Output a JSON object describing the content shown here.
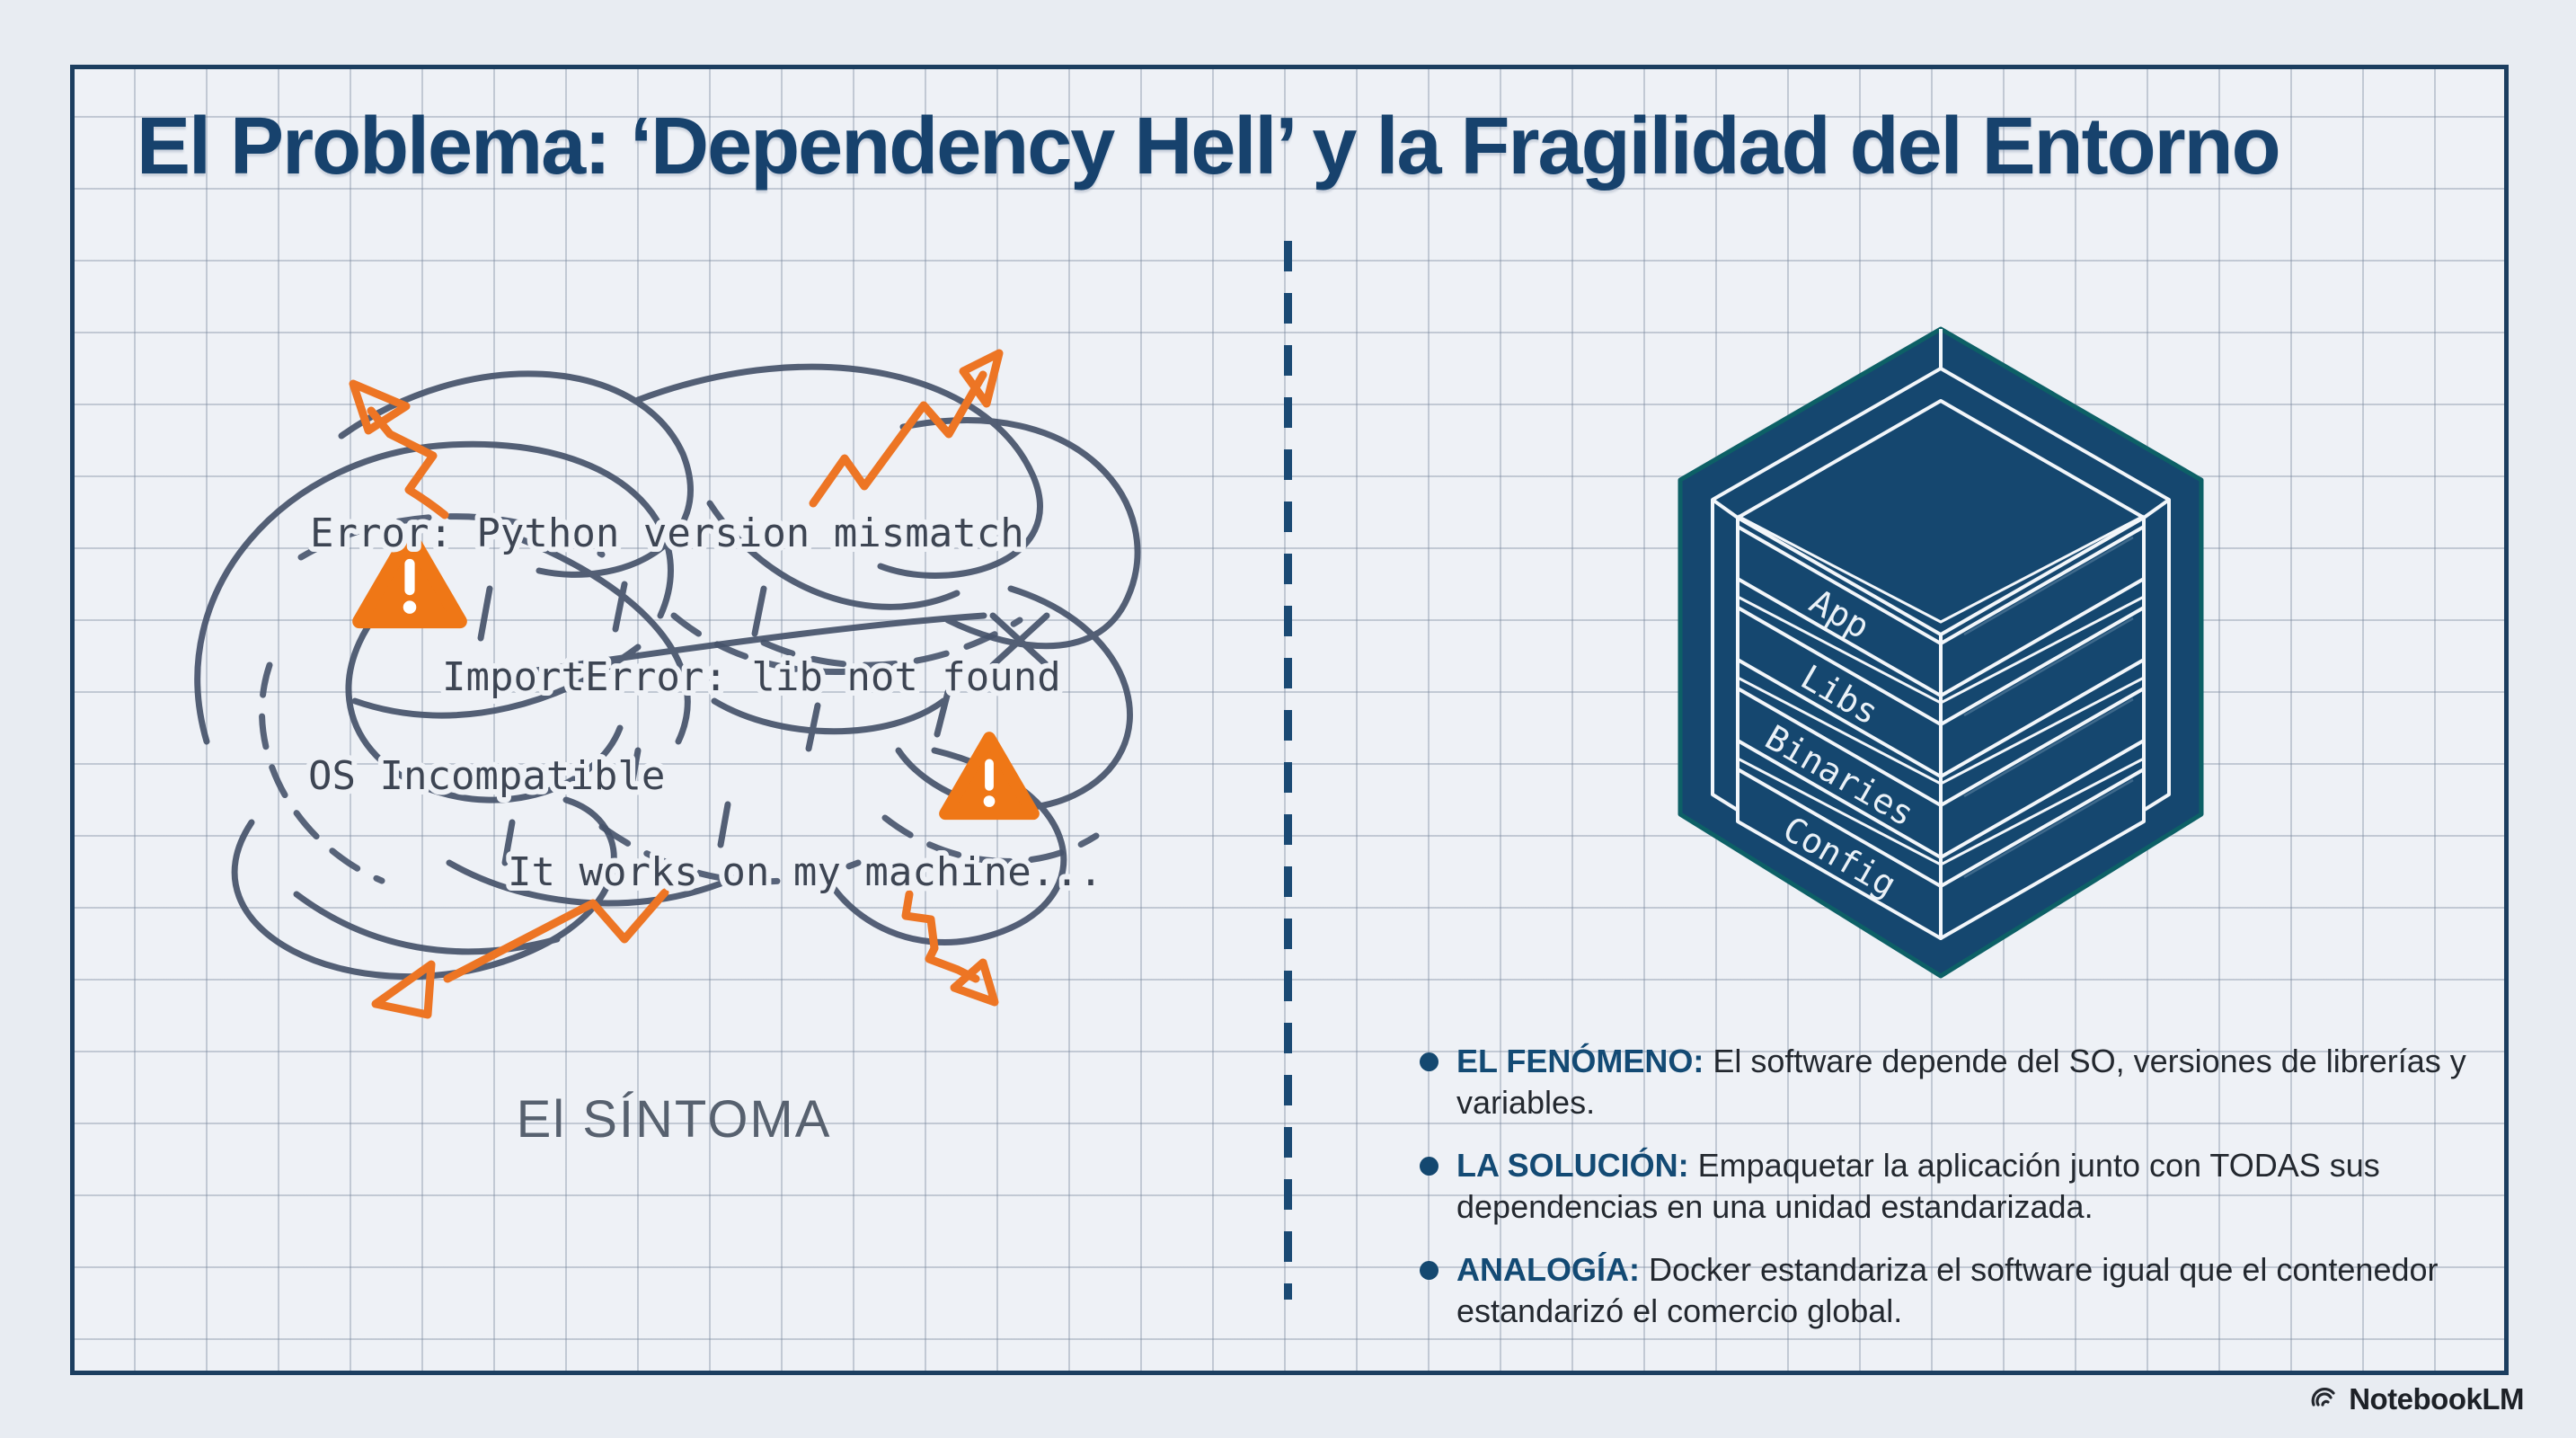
{
  "title": "El Problema: ‘Dependency Hell’ y la Fragilidad del Entorno",
  "left_panel": {
    "errors": [
      "Error: Python version mismatch",
      "ImportError: lib not found",
      "OS Incompatible",
      "It works on my machine..."
    ],
    "caption": "El SÍNTOMA"
  },
  "right_panel": {
    "container_layers": [
      "App",
      "Libs",
      "Binaries",
      "Config"
    ],
    "bullets": [
      {
        "label": "EL FENÓMENO:",
        "text": "El software depende del SO, versiones de librerías y variables."
      },
      {
        "label": "LA SOLUCIÓN:",
        "text": "Empaquetar la aplicación junto con TODAS sus dependencias en una unidad estandarizada."
      },
      {
        "label": "ANALOGÍA:",
        "text": "Docker estandariza el software igual que el contenedor estandarizó el comercio global."
      }
    ]
  },
  "footer": {
    "brand": "NotebookLM"
  },
  "colors": {
    "accent_orange": "#ED7524",
    "frame_navy": "#1C3E60",
    "title_navy": "#17426D",
    "container_fill": "#15476F",
    "tangle_ink": "#46536B",
    "caption_gray": "#57616F"
  }
}
